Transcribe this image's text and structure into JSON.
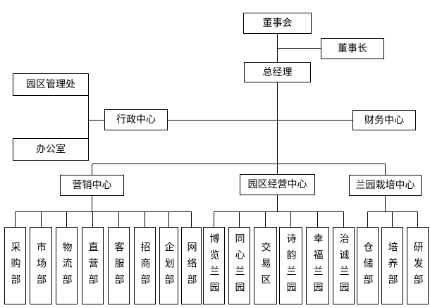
{
  "board": "董事会",
  "chairman": "董事长",
  "general_manager": "总经理",
  "admin_center": {
    "label": "行政中心",
    "park_management_office": "园区管理处",
    "office": "办公室"
  },
  "finance_center": "财务中心",
  "centers": [
    {
      "label": "营销中心",
      "departments": [
        "采购部",
        "市场部",
        "物流部",
        "直营部",
        "客服部",
        "招商部",
        "企划部",
        "网络部"
      ]
    },
    {
      "label": "园区经营中心",
      "departments": [
        "博览兰园",
        "同心兰园",
        "交易区",
        "诗韵兰园",
        "幸福兰园",
        "治诚兰园"
      ]
    },
    {
      "label": "兰园栽培中心",
      "departments": [
        "仓储部",
        "培养部",
        "研发部"
      ]
    }
  ]
}
